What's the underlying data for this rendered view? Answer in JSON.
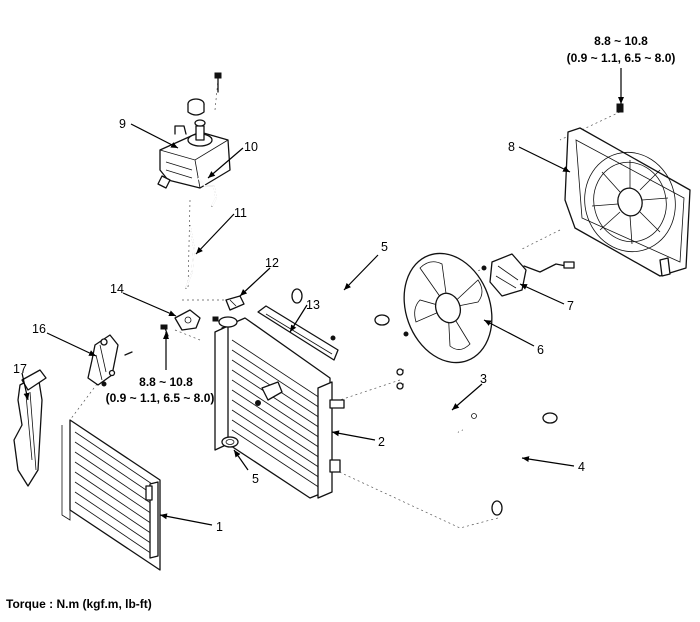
{
  "torque_specs": [
    {
      "value": "8.8 ~ 10.8",
      "alt": "(0.9 ~ 1.1, 6.5 ~ 8.0)"
    },
    {
      "value": "8.8 ~ 10.8",
      "alt": "(0.9 ~ 1.1, 6.5 ~ 8.0)"
    }
  ],
  "callouts": [
    "1",
    "2",
    "3",
    "4",
    "5",
    "5",
    "6",
    "7",
    "8",
    "9",
    "10",
    "11",
    "12",
    "13",
    "14",
    "16",
    "17"
  ],
  "caption": "Torque : N.m (kgf.m, lb-ft)"
}
